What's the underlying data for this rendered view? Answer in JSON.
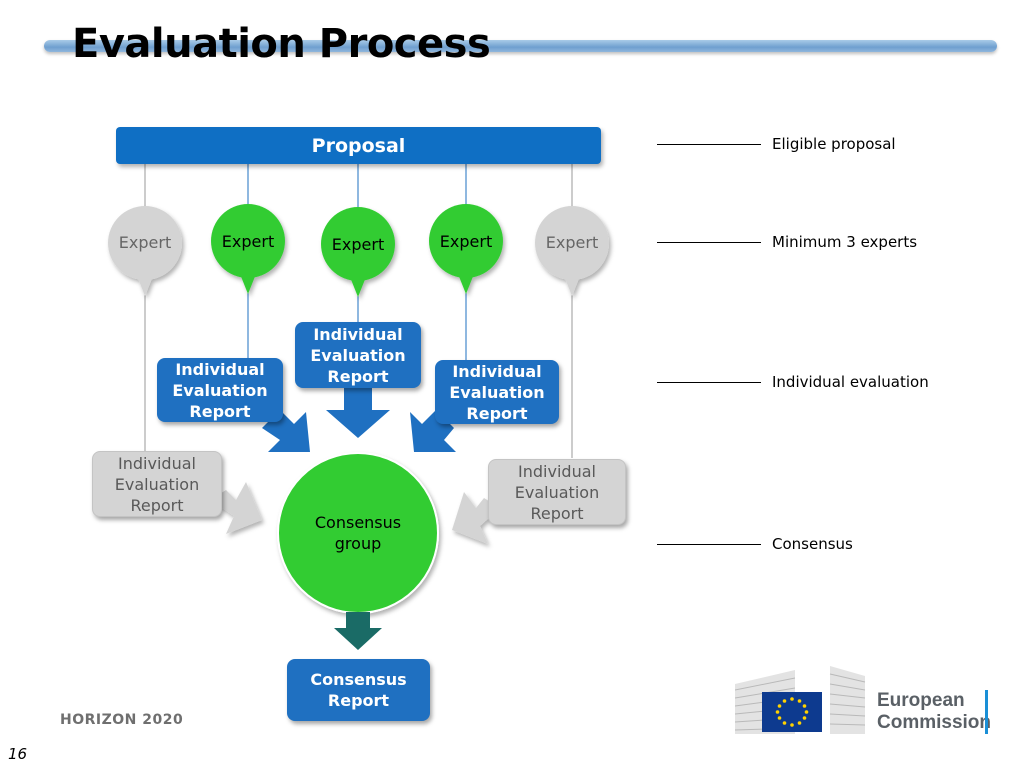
{
  "slide": {
    "title": "Evaluation Process",
    "footer_brand": "HORIZON 2020",
    "page_number": "16"
  },
  "diagram": {
    "proposal": "Proposal",
    "experts": [
      {
        "label": "Expert",
        "state": "inactive"
      },
      {
        "label": "Expert",
        "state": "active"
      },
      {
        "label": "Expert",
        "state": "active"
      },
      {
        "label": "Expert",
        "state": "active"
      },
      {
        "label": "Expert",
        "state": "inactive"
      }
    ],
    "reports": [
      {
        "line1": "Individual",
        "line2": "Evaluation",
        "line3": "Report",
        "state": "inactive"
      },
      {
        "line1": "Individual",
        "line2": "Evaluation",
        "line3": "Report",
        "state": "active"
      },
      {
        "line1": "Individual",
        "line2": "Evaluation",
        "line3": "Report",
        "state": "active"
      },
      {
        "line1": "Individual",
        "line2": "Evaluation",
        "line3": "Report",
        "state": "active"
      },
      {
        "line1": "Individual",
        "line2": "Evaluation",
        "line3": "Report",
        "state": "inactive"
      }
    ],
    "consensus_group": {
      "line1": "Consensus",
      "line2": "group"
    },
    "consensus_report": {
      "line1": "Consensus",
      "line2": "Report"
    },
    "colors": {
      "active_green": "#33cc33",
      "inactive_grey": "#d4d4d4",
      "report_blue": "#1f70c1",
      "final_arrow_teal": "#1a6b66"
    }
  },
  "legend": [
    {
      "label": "Eligible proposal"
    },
    {
      "label": "Minimum 3 experts"
    },
    {
      "label": "Individual evaluation"
    },
    {
      "label": "Consensus"
    }
  ],
  "logo": {
    "line1": "European",
    "line2": "Commission",
    "icon": "eu-flag-icon"
  }
}
